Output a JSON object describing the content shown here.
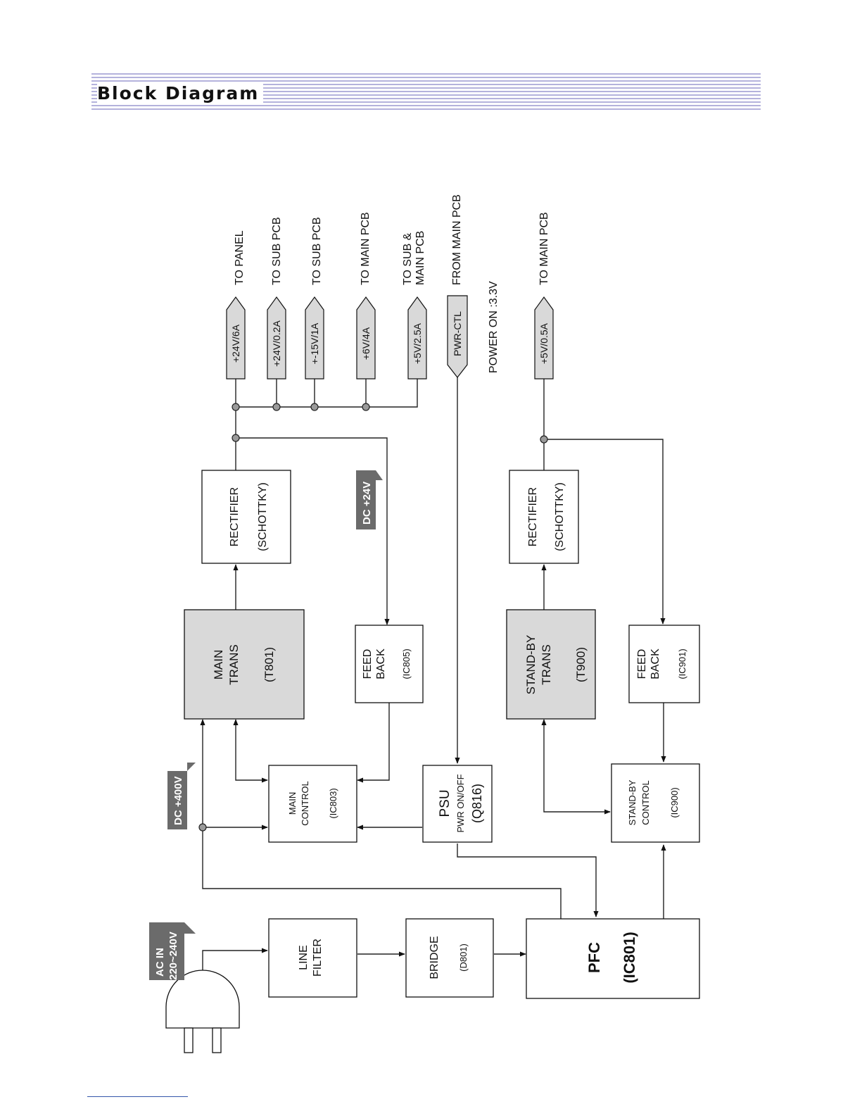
{
  "header": {
    "title": "Block Diagram"
  },
  "blocks": {
    "line_filter": [
      "LINE",
      "FILTER"
    ],
    "bridge": [
      "BRIDGE",
      "(D801)"
    ],
    "pfc": [
      "PFC",
      "(IC801)"
    ],
    "main_control": [
      "MAIN",
      "CONTROL",
      "(IC803)"
    ],
    "psu": [
      "PSU",
      "PWR ON/OFF",
      "(Q816)"
    ],
    "main_trans": [
      "MAIN",
      "TRANS",
      "(T801)"
    ],
    "feedback_main": [
      "FEED",
      "BACK",
      "(IC805)"
    ],
    "rectifier_main": [
      "RECTIFIER",
      "(SCHOTTKY)"
    ],
    "standby_control": [
      "STAND-BY",
      "CONTROL",
      "(IC900)"
    ],
    "standby_trans": [
      "STAND-BY",
      "TRANS",
      "(T900)"
    ],
    "feedback_standby": [
      "FEED",
      "BACK",
      "(IC901)"
    ],
    "rectifier_standby": [
      "RECTIFIER",
      "(SCHOTTKY)"
    ]
  },
  "outputs": [
    {
      "label": "+24V/6A",
      "dest": "TO PANEL"
    },
    {
      "label": "+24V/0.2A",
      "dest": "TO SUB PCB"
    },
    {
      "label": "+-15V/1A",
      "dest": "TO SUB PCB"
    },
    {
      "label": "+6V/4A",
      "dest": "TO MAIN PCB"
    },
    {
      "label": "+5V/2.5A",
      "dest": [
        "TO SUB &",
        "MAIN PCB"
      ]
    },
    {
      "label": "PWR-CTL",
      "dest": "FROM MAIN PCB"
    },
    {
      "label": "+5V/0.5A",
      "dest": "TO MAIN PCB"
    }
  ],
  "power_on_note": "POWER ON :3.3V",
  "tags": {
    "ac_in": [
      "AC IN",
      "220~240V"
    ],
    "dc_400": "DC +400V",
    "dc_24": "DC +24V"
  }
}
